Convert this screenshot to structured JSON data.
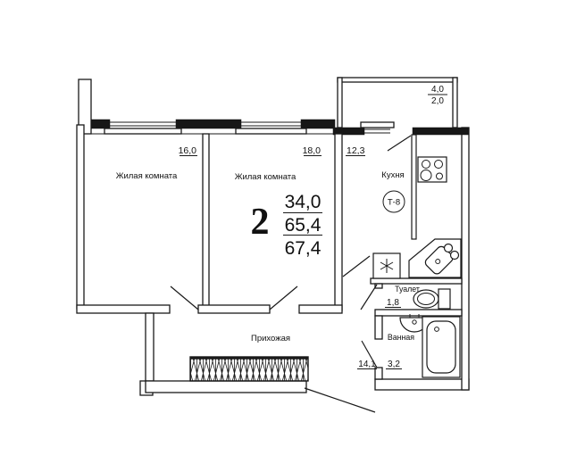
{
  "plan": {
    "rooms": {
      "living1": {
        "label": "Жилая комната",
        "area": "16,0"
      },
      "living2": {
        "label": "Жилая комната",
        "area": "18,0"
      },
      "kitchen": {
        "label": "Кухня",
        "area": "12,3",
        "type_tag": "Т-8"
      },
      "hallway": {
        "label": "Прихожая",
        "area": "14,1"
      },
      "toilet": {
        "label": "Туалет",
        "area": "1,8"
      },
      "bathroom": {
        "label": "Ванная",
        "area": "3,2"
      },
      "balcony": {
        "area_full": "4,0",
        "area_reduced": "2,0"
      }
    },
    "summary": {
      "rooms_count": "2",
      "living_area": "34,0",
      "total_area": "65,4",
      "total_area_with_balcony": "67,4"
    },
    "colors": {
      "line": "#1a1a1a",
      "background": "#ffffff",
      "wall_fill": "#171717"
    }
  }
}
